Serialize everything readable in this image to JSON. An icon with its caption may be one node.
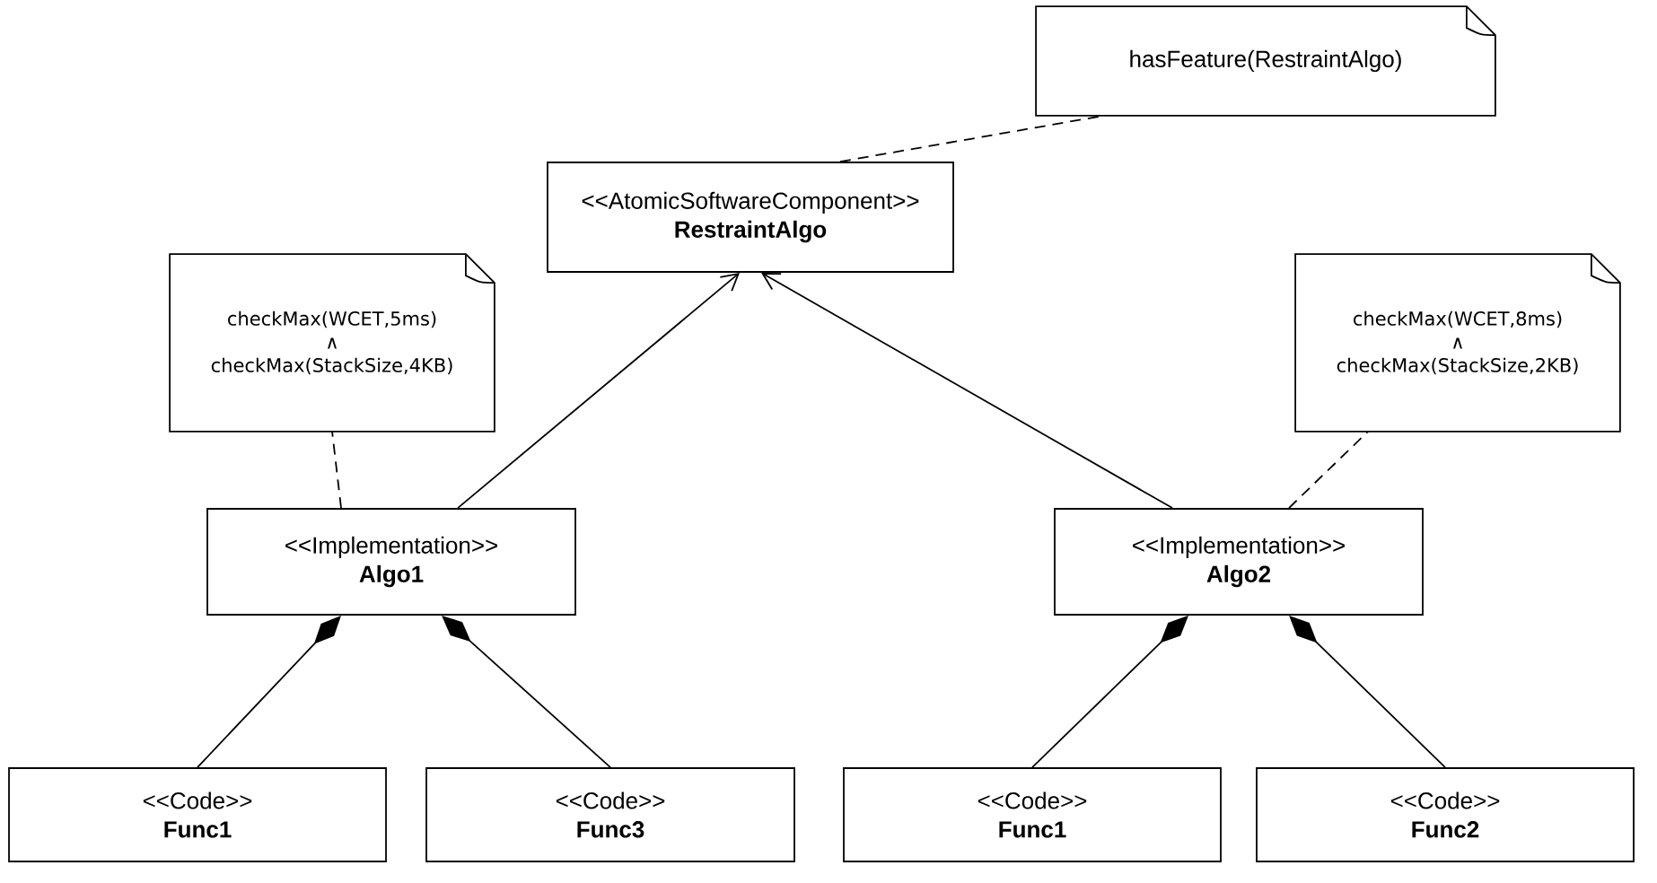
{
  "diagram": {
    "nodes": [
      {
        "text": [
          "hasFeature(RestraintAlgo)"
        ]
      },
      {
        "text": [
          "<<AtomicSoftwareComponent>>",
          "RestraintAlgo"
        ]
      },
      {
        "text": [
          "checkMax(WCET,5ms) ∧ checkMax(StackSize,4KB)"
        ]
      },
      {
        "text": [
          "checkMax(WCET,8ms) ∧ checkMax(StackSize,2KB)"
        ]
      },
      {
        "text": [
          "<<Implementation>>",
          "Algo1"
        ]
      },
      {
        "text": [
          "<<Implementation>>",
          "Algo2"
        ]
      },
      {
        "text": [
          "<<Code>>",
          "Func1"
        ]
      },
      {
        "text": [
          "<<Code>>",
          "Func3"
        ]
      },
      {
        "text": [
          "<<Code>>",
          "Func1"
        ]
      },
      {
        "text": [
          "<<Code>>",
          "Func2"
        ]
      }
    ],
    "edges": [
      {
        "from": 1,
        "to": 0,
        "arrow": "none",
        "style": "dashed"
      },
      {
        "from": 4,
        "to": 2,
        "arrow": "none",
        "style": "dashed"
      },
      {
        "from": 5,
        "to": 3,
        "arrow": "none",
        "style": "dashed"
      },
      {
        "from": 4,
        "to": 1,
        "arrow": "to"
      },
      {
        "from": 5,
        "to": 1,
        "arrow": "to"
      },
      {
        "from": 6,
        "to": 4,
        "arrow": "other"
      },
      {
        "from": 7,
        "to": 4,
        "arrow": "other"
      },
      {
        "from": 8,
        "to": 5,
        "arrow": "other"
      },
      {
        "from": 9,
        "to": 5,
        "arrow": "other"
      }
    ]
  }
}
